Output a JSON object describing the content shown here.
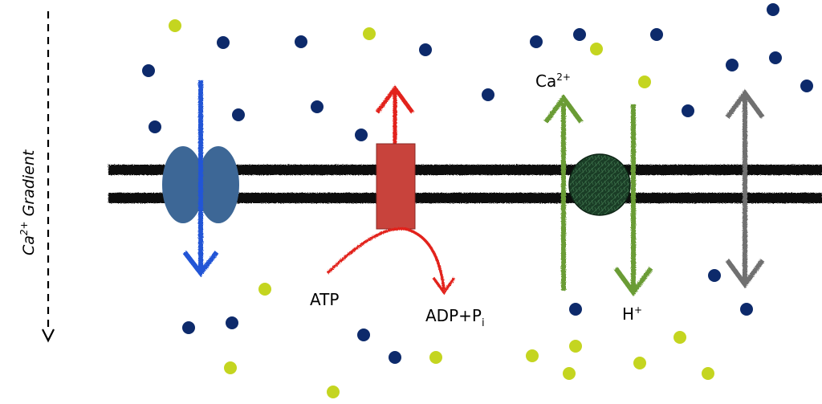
{
  "gradient_label": "Ca",
  "gradient_label_sup": "2+",
  "gradient_label_rest": " Gradient",
  "atp_label": "ATP",
  "adp_label_main": "ADP+P",
  "adp_label_sub": "i",
  "exchanger_ca_label": "Ca",
  "exchanger_ca_sup": "2+",
  "exchanger_h_label": "H",
  "exchanger_h_sup": "+",
  "colors": {
    "ion_dark": "#0d2a6b",
    "ion_light": "#c4d520",
    "channel": "#3d6796",
    "channel_arrow": "#2255d6",
    "pump": "#c8433c",
    "pump_arrow": "#e2231a",
    "exchanger_arrow": "#6a9c35",
    "exchanger_body": "#1e4a2e",
    "gray_arrow": "#707070",
    "membrane": "#111111"
  }
}
